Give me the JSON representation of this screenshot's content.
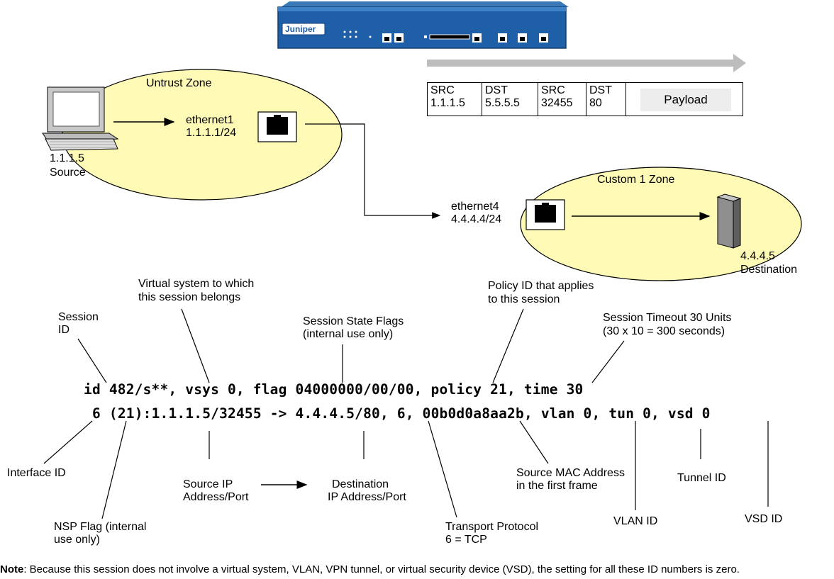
{
  "device": {
    "brand": "Juniper"
  },
  "zones": {
    "untrust": "Untrust Zone",
    "custom": "Custom 1 Zone"
  },
  "hosts": {
    "source_ip": "1.1.1.5",
    "source_label": "Source",
    "dest_ip": "4.4.4.5",
    "dest_label": "Destination"
  },
  "interfaces": {
    "eth1_name": "ethernet1",
    "eth1_ip": "1.1.1.1/24",
    "eth4_name": "ethernet4",
    "eth4_ip": "4.4.4.4/24"
  },
  "packet": {
    "src_ip_h": "SRC",
    "src_ip_v": "1.1.1.5",
    "dst_ip_h": "DST",
    "dst_ip_v": "5.5.5.5",
    "src_port_h": "SRC",
    "src_port_v": "32455",
    "dst_port_h": "DST",
    "dst_port_v": "80",
    "payload": "Payload"
  },
  "session": {
    "line1": "id 482/s**, vsys 0, flag 04000000/00/00, policy 21, time 30",
    "line2": "6 (21):1.1.1.5/32455 -> 4.4.4.5/80, 6, 00b0d0a8aa2b, vlan 0, tun 0, vsd 0"
  },
  "callouts": {
    "session_id_1": "Session",
    "session_id_2": "ID",
    "vsys_1": "Virtual system to which",
    "vsys_2": "this session belongs",
    "flags_1": "Session State Flags",
    "flags_2": "(internal use only)",
    "policy_1": "Policy ID that applies",
    "policy_2": "to this session",
    "timeout_1": "Session Timeout 30 Units",
    "timeout_2": "(30 x 10 = 300 seconds)",
    "iface": "Interface ID",
    "nsp_1": "NSP Flag (internal",
    "nsp_2": "use only)",
    "srcip_1": "Source IP",
    "srcip_2": "Address/Port",
    "dstip_1": "Destination",
    "dstip_2": "IP Address/Port",
    "transport_1": "Transport Protocol",
    "transport_2": "6 = TCP",
    "mac_1": "Source MAC Address",
    "mac_2": "in the first frame",
    "vlan": "VLAN ID",
    "tunnel": "Tunnel ID",
    "vsd": "VSD ID"
  },
  "note": {
    "prefix": "Note",
    "text": ": Because this session does not involve a virtual system, VLAN, VPN tunnel, or virtual security device (VSD), the setting for all these ID numbers is zero."
  }
}
